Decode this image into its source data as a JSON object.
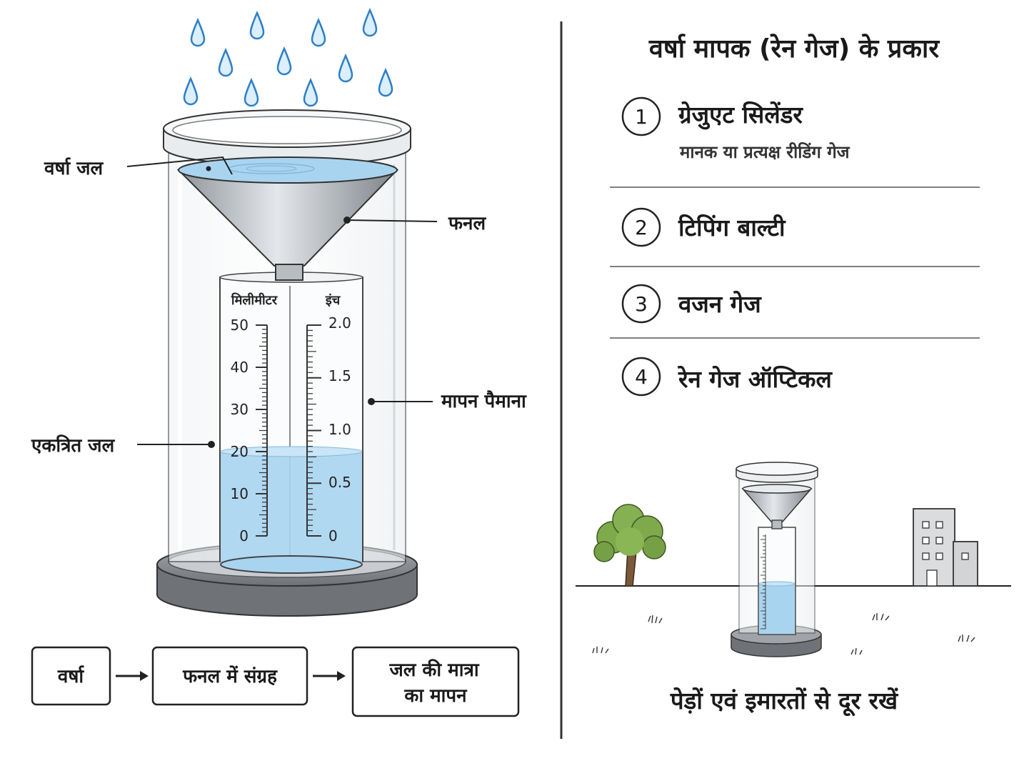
{
  "title": "वर्षा मापक (रेन गेज) के प्रकार",
  "types": [
    {
      "number": "1",
      "name": "ग्रेजुएट सिलेंडर",
      "subtitle": "मानक या प्रत्यक्ष रीडिंग गेज"
    },
    {
      "number": "2",
      "name": "टिपिंग बाल्टी"
    },
    {
      "number": "3",
      "name": "वजन गेज"
    },
    {
      "number": "4",
      "name": "रेन गेज ऑप्टिकल"
    }
  ],
  "labels": {
    "rain_water": "वर्षा जल",
    "funnel": "फनल",
    "scale": "मापन पैमाना",
    "collected_water": "एकत्रित जल"
  },
  "scale": {
    "mm_label": "मिलीमीटर",
    "inch_label": "इंच",
    "mm_ticks": [
      "50",
      "40",
      "30",
      "20",
      "10",
      "0"
    ],
    "inch_ticks": [
      "2.0",
      "1.5",
      "1.0",
      "0.5",
      "0"
    ],
    "water_level_fraction": 0.4
  },
  "flow": {
    "steps": [
      "वर्षा",
      "फनल में संग्रह"
    ],
    "last_line1": "जल की मात्रा",
    "last_line2": "का मापन"
  },
  "placement_note": "पेड़ों एवं इमारतों से दूर रखें",
  "colors": {
    "water": "#a9d4f0",
    "drop": "#3d8fd6",
    "metal": "#b7bcc1",
    "base": "#8f9398",
    "tree": "#7faa4c"
  }
}
